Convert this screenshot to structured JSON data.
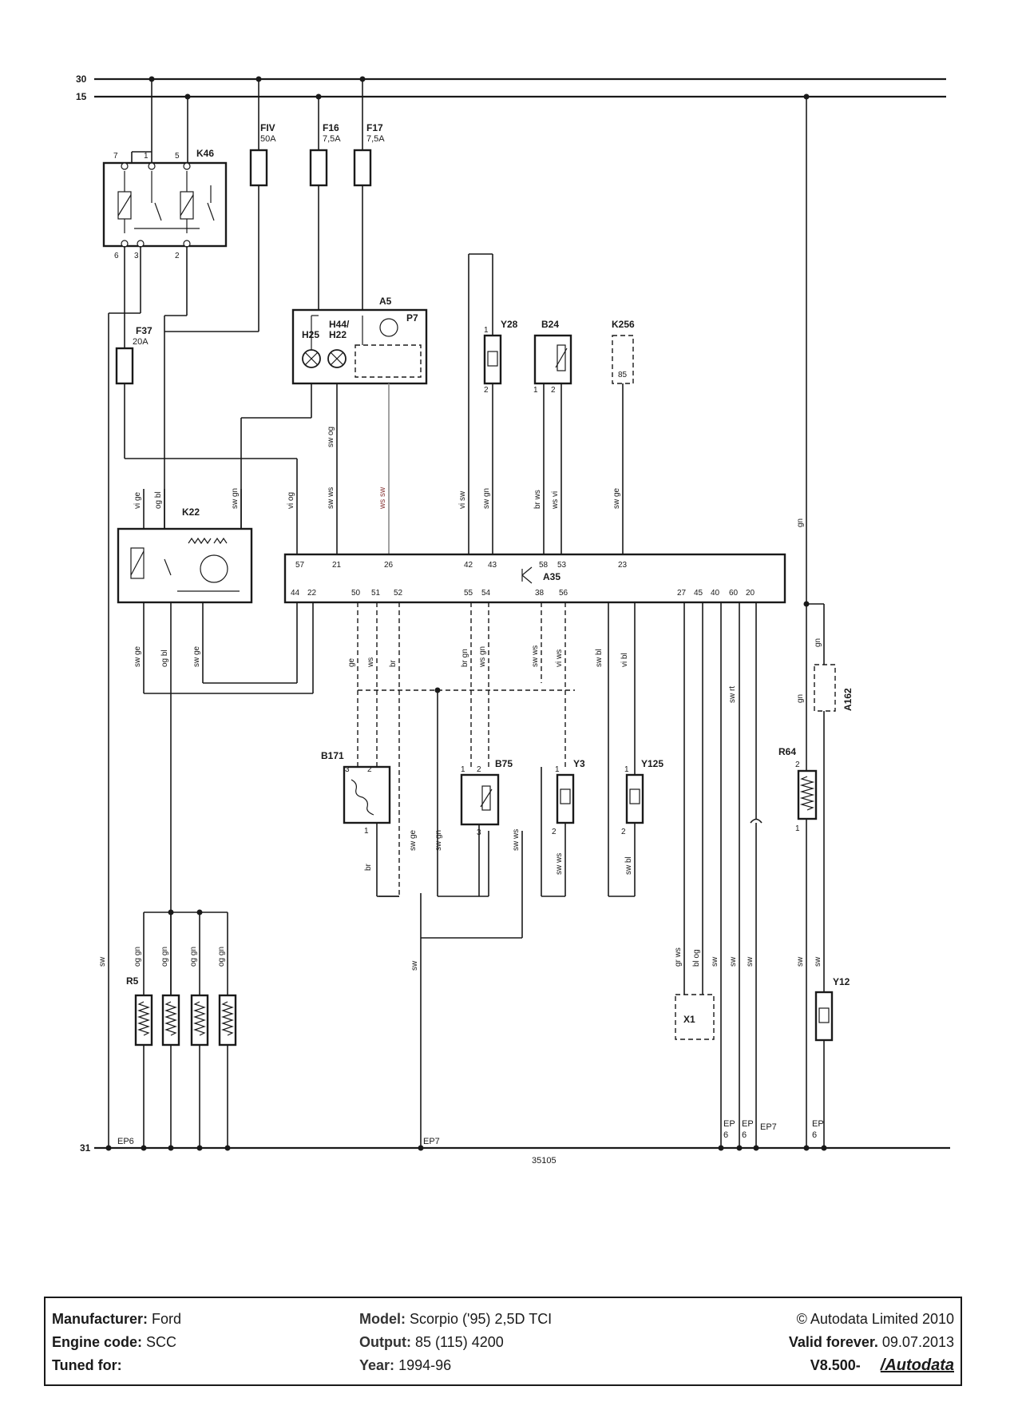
{
  "rails": {
    "top1": "30",
    "top2": "15",
    "ground": "31",
    "diagram_number": "35105"
  },
  "components": {
    "K46": {
      "label": "K46",
      "pins": [
        "7",
        "1",
        "5",
        "6",
        "3",
        "2"
      ]
    },
    "FIV": {
      "label": "FIV",
      "value": "50A"
    },
    "F16": {
      "label": "F16",
      "value": "7,5A"
    },
    "F17": {
      "label": "F17",
      "value": "7,5A"
    },
    "F37": {
      "label": "F37",
      "value": "20A"
    },
    "A5": {
      "label": "A5",
      "H25": "H25",
      "H44": "H44/",
      "H22": "H22",
      "P7": "P7"
    },
    "Y28": {
      "label": "Y28",
      "pins": [
        "1",
        "2"
      ]
    },
    "B24": {
      "label": "B24",
      "pins": [
        "1",
        "2"
      ]
    },
    "K256": {
      "label": "K256",
      "inner": "85"
    },
    "K22": {
      "label": "K22"
    },
    "A35": {
      "label": "A35",
      "top_pins": [
        "57",
        "21",
        "26",
        "42",
        "43",
        "58",
        "53",
        "23"
      ],
      "bottom_pins": [
        "44",
        "22",
        "50",
        "51",
        "52",
        "55",
        "54",
        "38",
        "56",
        "27",
        "45",
        "40",
        "60",
        "20"
      ]
    },
    "A162": {
      "label": "A162"
    },
    "B171": {
      "label": "B171",
      "pins": [
        "3",
        "2",
        "1"
      ]
    },
    "B75": {
      "label": "B75",
      "pins": [
        "1",
        "2",
        "3"
      ]
    },
    "Y3": {
      "label": "Y3",
      "pins": [
        "1",
        "2"
      ]
    },
    "Y125": {
      "label": "Y125",
      "pins": [
        "1",
        "2"
      ]
    },
    "R64": {
      "label": "R64",
      "pins": [
        "2",
        "1"
      ]
    },
    "R5": {
      "label": "R5"
    },
    "X1": {
      "label": "X1"
    },
    "Y12": {
      "label": "Y12"
    }
  },
  "wires": {
    "sw_og": "sw og",
    "sw_ws": "sw ws",
    "ws_sw": "ws sw",
    "vi_sw": "vi sw",
    "sw_gn": "sw gn",
    "br_ws": "br ws",
    "ws_vi": "ws vi",
    "sw_ge": "sw ge",
    "vi_ge": "vi ge",
    "og_bl": "og bl",
    "vi_og": "vi og",
    "gn": "gn",
    "ge": "ge",
    "ws": "ws",
    "br": "br",
    "br_gn": "br gn",
    "ws_gn": "ws gn",
    "vi_ws": "vi ws",
    "sw_bl": "sw bl",
    "vi_bl": "vi bl",
    "sw_rt": "sw rt",
    "og_gn": "og gn",
    "sw": "sw",
    "gr_ws": "gr ws",
    "bl_og": "bl og"
  },
  "grounds": {
    "EP6": "EP6",
    "EP7": "EP7",
    "EP": "EP",
    "six": "6"
  },
  "title_block": {
    "manufacturer_key": "Manufacturer:",
    "manufacturer_val": "Ford",
    "engine_key": "Engine code:",
    "engine_val": "SCC",
    "tuned_key": "Tuned for:",
    "model_key": "Model:",
    "model_val": "Scorpio ('95) 2,5D TCI",
    "output_key": "Output:",
    "output_val": "85 (115) 4200",
    "year_key": "Year:",
    "year_val": "1994-96",
    "copyright": "© Autodata Limited 2010",
    "valid_key": "Valid forever.",
    "valid_date": "09.07.2013",
    "version": "V8.500-",
    "brand": "/Autodata"
  }
}
